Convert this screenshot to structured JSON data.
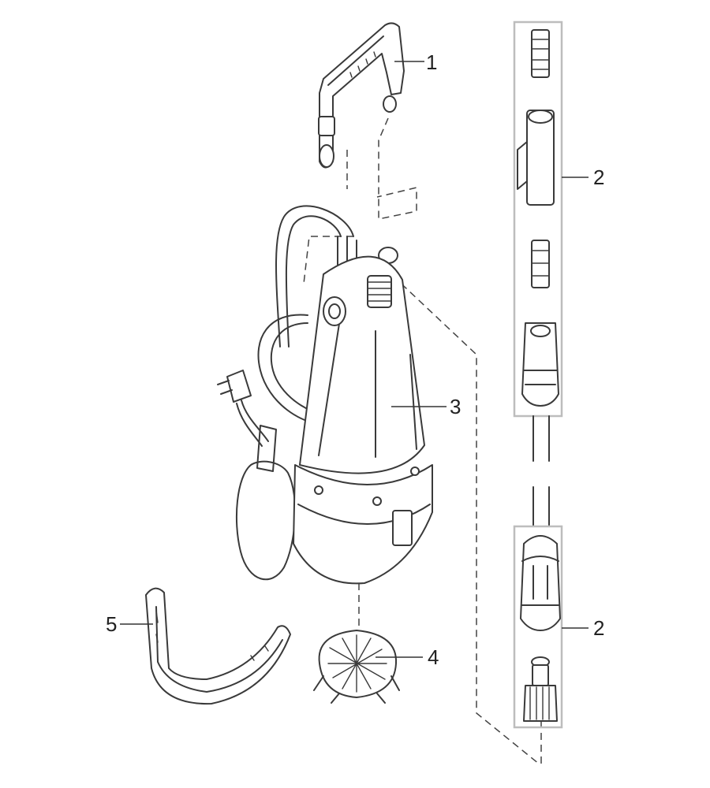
{
  "callouts": {
    "handle": "1",
    "hose_connector_set_top": "2",
    "hose_connector_set_bottom": "2",
    "pump_body": "3",
    "inlet_filter": "4",
    "float_switch_holder": "5"
  }
}
